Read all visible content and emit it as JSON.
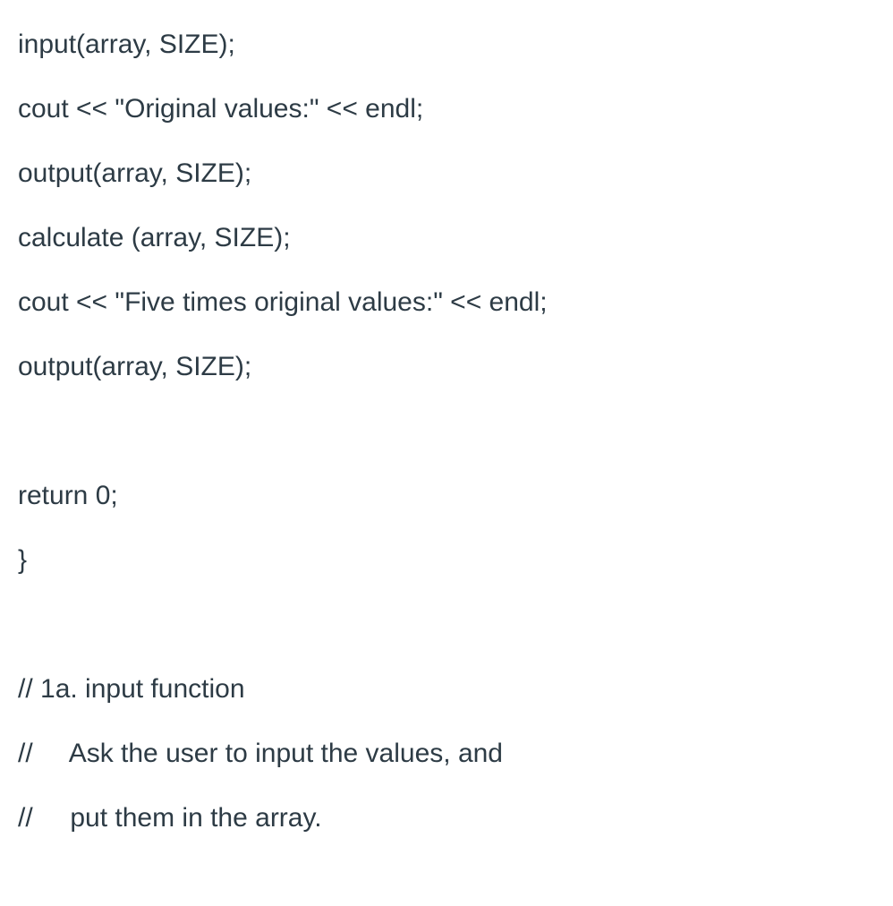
{
  "page": {
    "background_color": "#ffffff",
    "text_color": "#2d3b45"
  },
  "document": {
    "lines": [
      "input(array, SIZE);",
      "cout << \"Original values:\" << endl;",
      "output(array, SIZE);",
      "calculate (array, SIZE);",
      "cout << \"Five times original values:\" << endl;",
      "output(array, SIZE);",
      "",
      "return 0;",
      "}",
      "",
      "// 1a. input function",
      "//     Ask the user to input the values, and",
      "//     put them in the array."
    ]
  }
}
